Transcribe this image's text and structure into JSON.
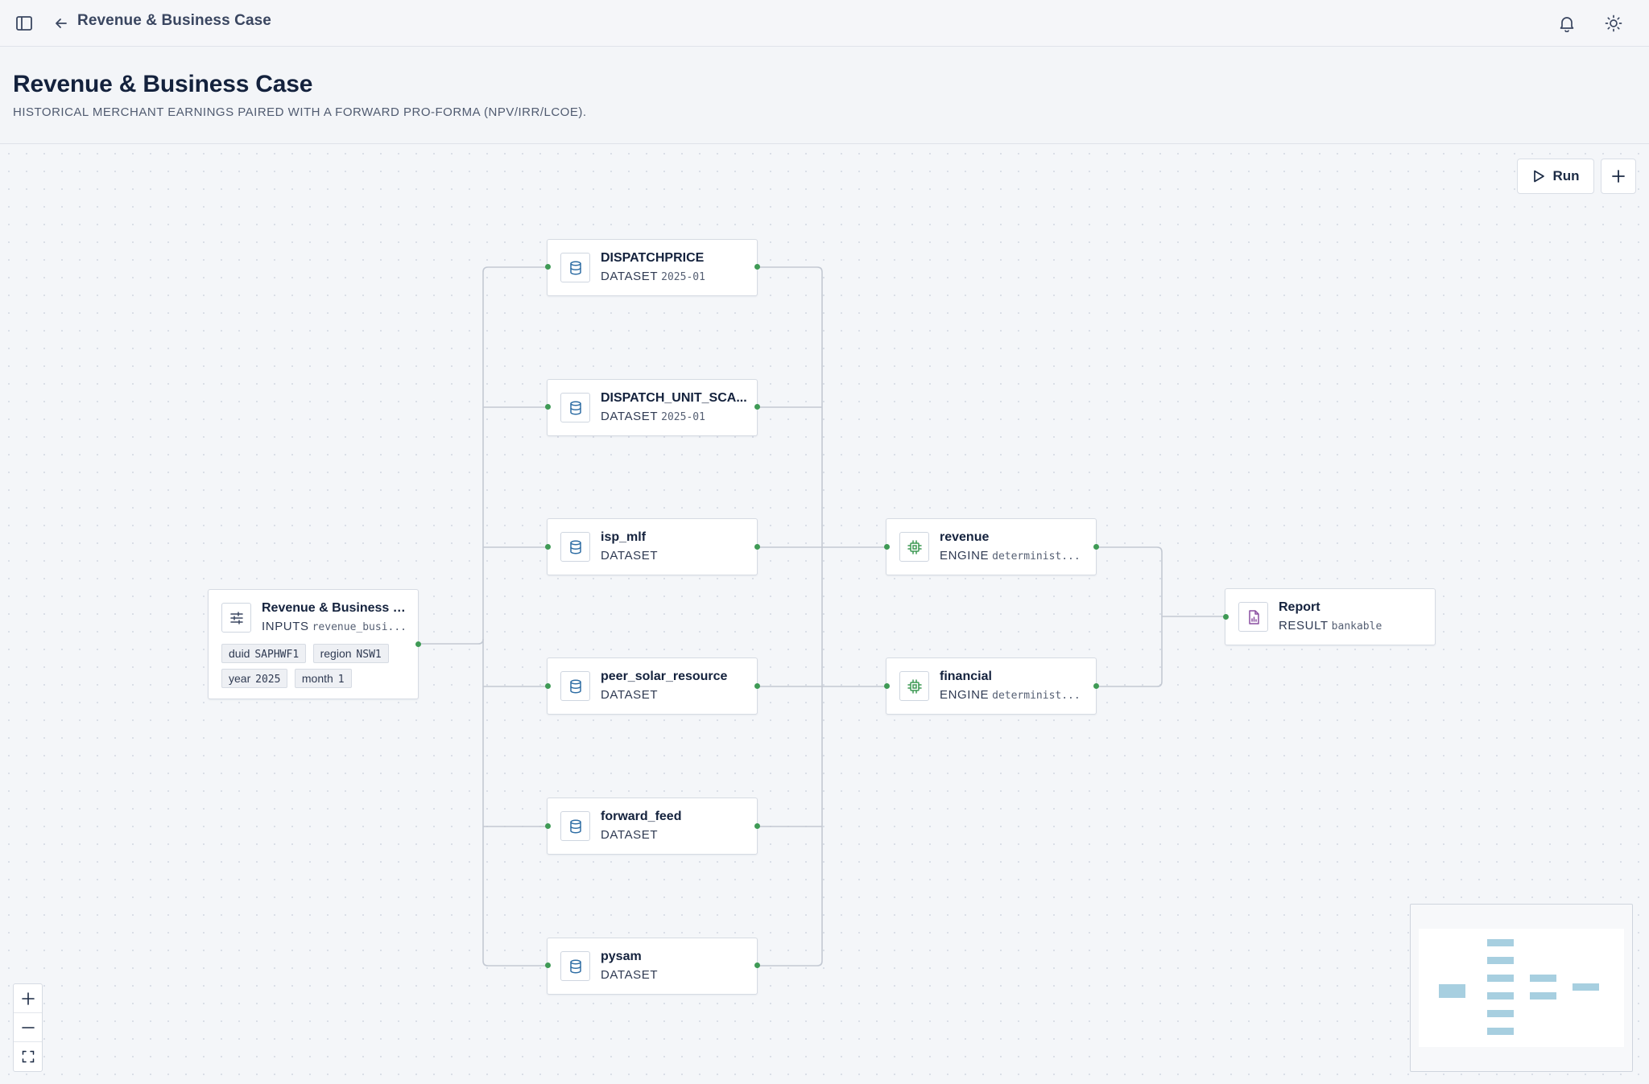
{
  "topbar": {
    "breadcrumb": "Revenue & Business Case",
    "sidebar_toggle_icon": "sidebar-toggle-icon",
    "back_icon": "arrow-left-icon",
    "bell_icon": "bell-icon",
    "theme_icon": "sun-icon"
  },
  "header": {
    "title": "Revenue & Business Case",
    "subtitle": "HISTORICAL MERCHANT EARNINGS PAIRED WITH A FORWARD PRO-FORMA (NPV/IRR/LCOE)."
  },
  "toolbar": {
    "run_label": "Run",
    "add_icon": "plus-icon"
  },
  "nodes": {
    "inputs": {
      "title": "Revenue & Business C...",
      "kind": "INPUTS",
      "detail": "revenue_busi...",
      "chips": [
        {
          "key": "duid",
          "value": "SAPHWF1"
        },
        {
          "key": "region",
          "value": "NSW1"
        },
        {
          "key": "year",
          "value": "2025"
        },
        {
          "key": "month",
          "value": "1"
        }
      ]
    },
    "datasets": [
      {
        "title": "DISPATCHPRICE",
        "kind": "DATASET",
        "detail": "2025-01"
      },
      {
        "title": "DISPATCH_UNIT_SCA...",
        "kind": "DATASET",
        "detail": "2025-01"
      },
      {
        "title": "isp_mlf",
        "kind": "DATASET",
        "detail": ""
      },
      {
        "title": "peer_solar_resource",
        "kind": "DATASET",
        "detail": ""
      },
      {
        "title": "forward_feed",
        "kind": "DATASET",
        "detail": ""
      },
      {
        "title": "pysam",
        "kind": "DATASET",
        "detail": ""
      }
    ],
    "engines": [
      {
        "title": "revenue",
        "kind": "ENGINE",
        "detail": "determinist..."
      },
      {
        "title": "financial",
        "kind": "ENGINE",
        "detail": "determinist..."
      }
    ],
    "result": {
      "title": "Report",
      "kind": "RESULT",
      "detail": "bankable"
    }
  },
  "colors": {
    "port": "#3f9a55",
    "dataset_icon": "#2e6da4",
    "engine_icon": "#3f9a55",
    "result_icon": "#8a4fa0",
    "edge": "#c3c9d3"
  }
}
